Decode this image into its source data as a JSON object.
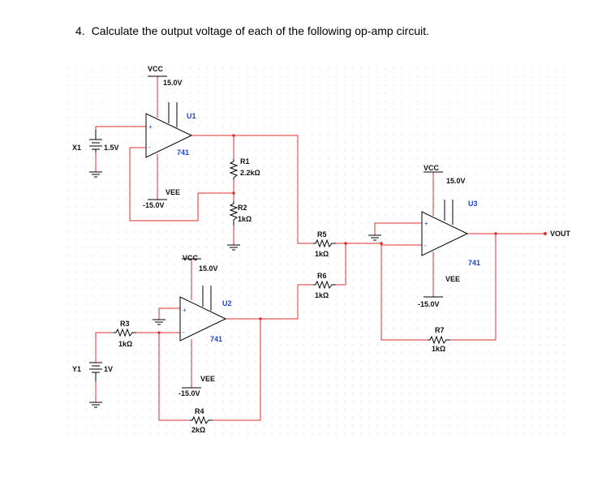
{
  "question": {
    "number": "4.",
    "text": "Calculate the output voltage of each of the following op-amp circuit."
  },
  "colors": {
    "wire": "#e03030",
    "component": "#000000",
    "opamp_label": "#1f3fd6",
    "grid_dot": "#c8c8c8",
    "node": "#e03030"
  },
  "sources": {
    "x1": {
      "name": "X1",
      "value": "1.5V"
    },
    "y1": {
      "name": "Y1",
      "value": "1V"
    }
  },
  "opamps": {
    "u1": {
      "name": "U1",
      "model": "741",
      "vcc_label": "VCC",
      "vcc_value": "15.0V",
      "vee_label": "VEE",
      "vee_value": "-15.0V"
    },
    "u2": {
      "name": "U2",
      "model": "741",
      "vcc_label": "VCC",
      "vcc_value": "15.0V",
      "vee_label": "VEE",
      "vee_value": "-15.0V"
    },
    "u3": {
      "name": "U3",
      "model": "741",
      "vcc_label": "VCC",
      "vcc_value": "15.0V",
      "vee_label": "VEE",
      "vee_value": "-15.0V"
    }
  },
  "resistors": {
    "r1": {
      "name": "R1",
      "value": "2.2kΩ"
    },
    "r2": {
      "name": "R2",
      "value": "1kΩ"
    },
    "r3": {
      "name": "R3",
      "value": "1kΩ"
    },
    "r4": {
      "name": "R4",
      "value": "2kΩ"
    },
    "r5": {
      "name": "R5",
      "value": "1kΩ"
    },
    "r6": {
      "name": "R6",
      "value": "1kΩ"
    },
    "r7": {
      "name": "R7",
      "value": "1kΩ"
    }
  },
  "output": {
    "label": "VOUT"
  }
}
